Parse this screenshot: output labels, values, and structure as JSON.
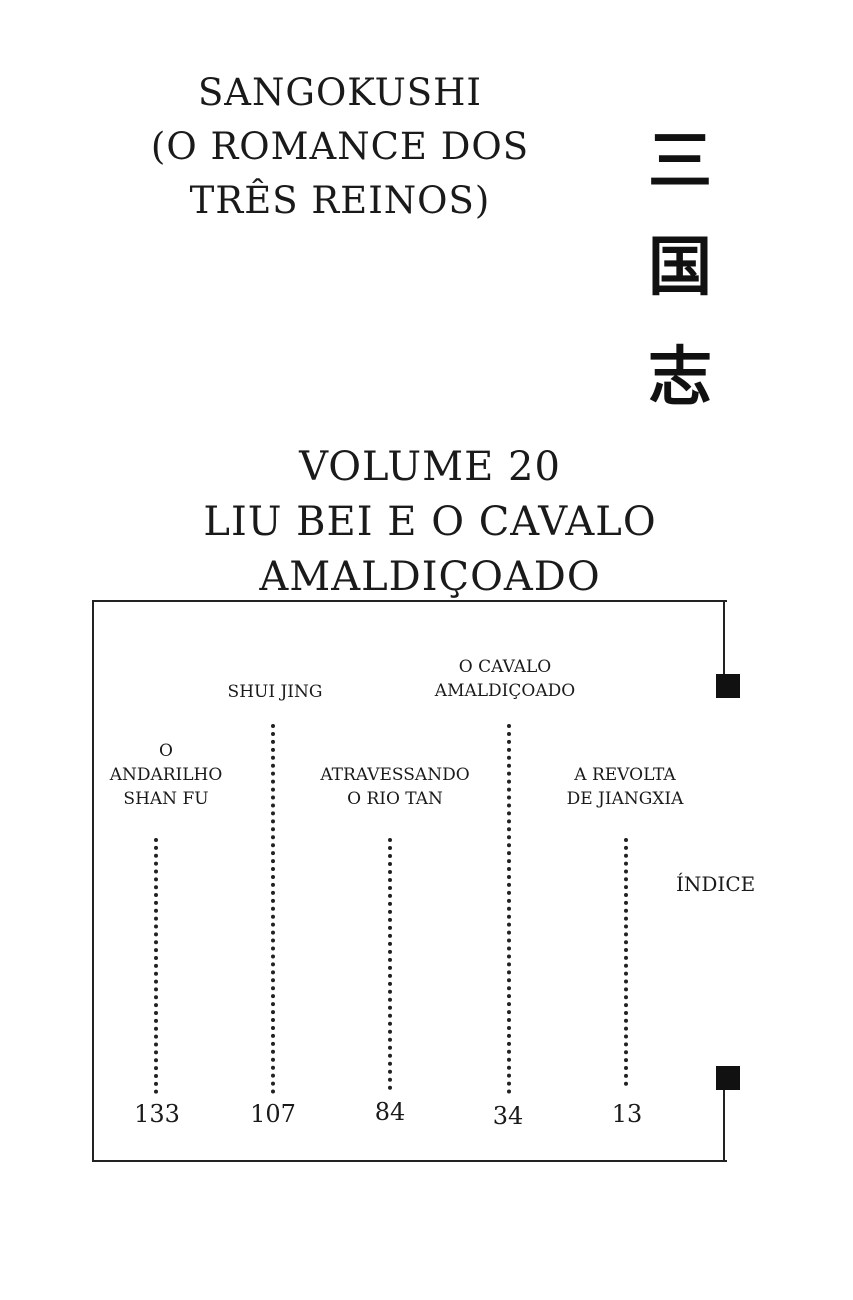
{
  "series": {
    "line1": "SANGOKUSHI",
    "line2": "(O ROMANCE DOS",
    "line3": "TRÊS REINOS)"
  },
  "kanji": [
    "三",
    "国",
    "志"
  ],
  "volume": {
    "line1": "VOLUME 20",
    "line2": "LIU BEI E O CAVALO",
    "line3": "AMALDIÇOADO"
  },
  "toc": {
    "index_label": "ÍNDICE",
    "chapters": [
      {
        "line1": "A REVOLTA",
        "line2": "DE JIANGXIA",
        "page": "13"
      },
      {
        "line1": "O CAVALO",
        "line2": "AMALDIÇOADO",
        "page": "34"
      },
      {
        "line1": "ATRAVESSANDO",
        "line2": "O RIO TAN",
        "page": "84"
      },
      {
        "line1": "SHUI JING",
        "line2": "",
        "page": "107"
      },
      {
        "line1": "O",
        "line2": "ANDARILHO",
        "line3": "SHAN FU",
        "page": "133"
      }
    ]
  }
}
